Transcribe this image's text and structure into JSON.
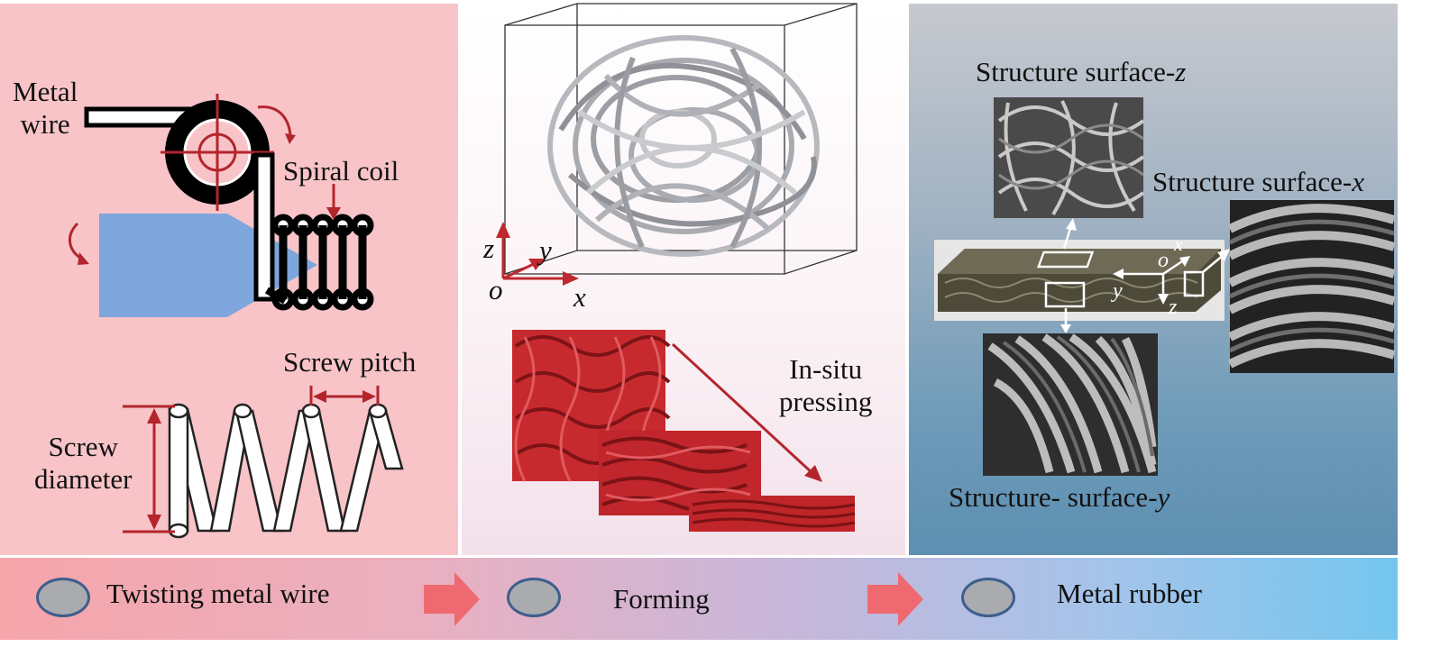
{
  "panel1": {
    "metal_wire": "Metal\nwire",
    "spiral_coil": "Spiral coil",
    "screw_pitch": "Screw pitch",
    "screw_diameter": "Screw\ndiameter"
  },
  "panel2": {
    "axis_z": "z",
    "axis_y": "y",
    "axis_o": "o",
    "axis_x": "x",
    "in_situ_pressing": "In-situ\npressing"
  },
  "panel3": {
    "surface_z_prefix": "Structure  surface-",
    "surface_z_axis": "z",
    "surface_x_prefix": "Structure  surface-",
    "surface_x_axis": "x",
    "surface_y_prefix": "Structure- surface-",
    "surface_y_axis": "y",
    "axis_x": "x",
    "axis_o": "o",
    "axis_y": "y",
    "axis_z": "z"
  },
  "steps": [
    {
      "label": "Twisting metal wire"
    },
    {
      "label": "Forming"
    },
    {
      "label": "Metal rubber"
    }
  ],
  "colors": {
    "panel1_bg": "#f8c4c8",
    "arrow_red": "#b3252d",
    "cone_blue": "#7ea6dc",
    "wire_red": "#a3181f",
    "step_arrow": "#ef6a70"
  }
}
